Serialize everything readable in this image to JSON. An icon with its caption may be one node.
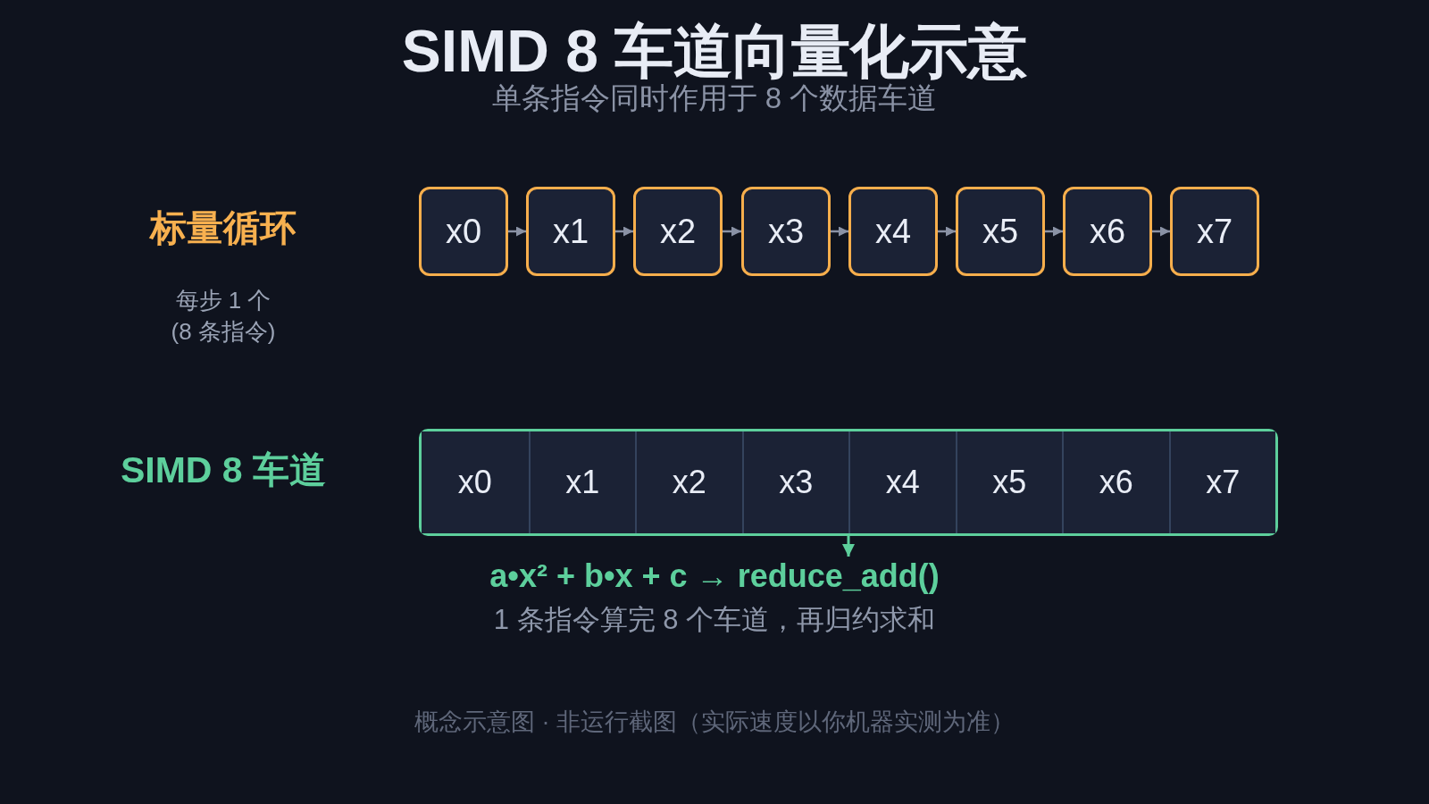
{
  "diagram": {
    "title": "SIMD 8 车道向量化示意",
    "caption": "概念示意图 · 非运行截图（实际速度以你机器实测为准）",
    "nodes": [
      {
        "text": [
          "x0"
        ]
      },
      {
        "text": [
          "x1"
        ]
      },
      {
        "text": [
          "x2"
        ]
      },
      {
        "text": [
          "x3"
        ]
      },
      {
        "text": [
          "x4"
        ]
      },
      {
        "text": [
          "x5"
        ]
      },
      {
        "text": [
          "x6"
        ]
      },
      {
        "text": [
          "x7"
        ]
      },
      {
        "text": [],
        "shape": "box"
      },
      {
        "text": [
          "x0"
        ],
        "in": 8
      },
      {
        "text": [
          "x1"
        ],
        "in": 8
      },
      {
        "text": [
          "x2"
        ],
        "in": 8
      },
      {
        "text": [
          "x3"
        ],
        "in": 8
      },
      {
        "text": [
          "x4"
        ],
        "in": 8
      },
      {
        "text": [
          "x5"
        ],
        "in": 8
      },
      {
        "text": [
          "x6"
        ],
        "in": 8
      },
      {
        "text": [
          "x7"
        ],
        "in": 8
      },
      {
        "text": [
          "a•x² + b•x + c → reduce_add()"
        ],
        "beside": [
          "1 条指令算完 8 个车道，再归约求和"
        ]
      }
    ],
    "edges": [
      {
        "from": 0,
        "to": 1,
        "arrow": "to"
      },
      {
        "from": 1,
        "to": 2,
        "arrow": "to"
      },
      {
        "from": 2,
        "to": 3,
        "arrow": "to"
      },
      {
        "from": 3,
        "to": 4,
        "arrow": "to"
      },
      {
        "from": 4,
        "to": 5,
        "arrow": "to"
      },
      {
        "from": 5,
        "to": 6,
        "arrow": "to"
      },
      {
        "from": 6,
        "to": 7,
        "arrow": "to"
      },
      {
        "from": 8,
        "to": 17,
        "arrow": "to",
        "color": "#5dcf9c"
      }
    ],
    "labels": [
      "单条指令同时作用于 8 个数据车道",
      "标量循环",
      "每步 1 个 (8 条指令)",
      "SIMD 8 车道"
    ]
  }
}
